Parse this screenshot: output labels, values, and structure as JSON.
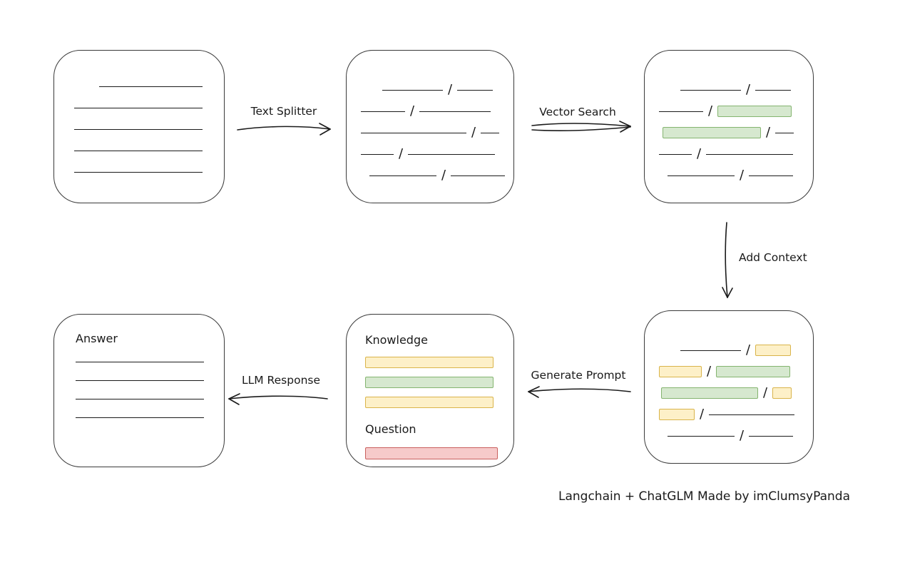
{
  "caption": "Langchain + ChatGLM Made by imClumsyPanda",
  "labels": {
    "text_splitter": "Text Splitter",
    "vector_search": "Vector Search",
    "add_context": "Add Context",
    "generate_prompt": "Generate Prompt",
    "llm_response": "LLM Response",
    "knowledge": "Knowledge",
    "question": "Question",
    "answer": "Answer"
  },
  "colors": {
    "stroke": "#1a1a1a",
    "box_border": "#3a3a3a",
    "green_fill": "#d6e8cf",
    "green_stroke": "#84b46f",
    "yellow_fill": "#fdf0c8",
    "yellow_stroke": "#d9b44a",
    "red_fill": "#f6caca",
    "red_stroke": "#c9605e"
  },
  "boxes": {
    "document": {
      "rows": [
        {
          "indent": 35,
          "segments": [
            {
              "type": "line",
              "w": 145
            }
          ]
        },
        {
          "indent": 0,
          "segments": [
            {
              "type": "line",
              "w": 180
            }
          ]
        },
        {
          "indent": 0,
          "segments": [
            {
              "type": "line",
              "w": 180
            }
          ]
        },
        {
          "indent": 0,
          "segments": [
            {
              "type": "line",
              "w": 180
            }
          ]
        },
        {
          "indent": 0,
          "segments": [
            {
              "type": "line",
              "w": 180
            }
          ]
        }
      ]
    },
    "chunks": {
      "rows": [
        {
          "indent": 30,
          "segments": [
            {
              "type": "line",
              "w": 85
            },
            {
              "type": "line",
              "w": 50
            }
          ]
        },
        {
          "indent": 0,
          "segments": [
            {
              "type": "line",
              "w": 62
            },
            {
              "type": "line",
              "w": 100
            }
          ]
        },
        {
          "indent": 0,
          "segments": [
            {
              "type": "line",
              "w": 148
            },
            {
              "type": "line",
              "w": 26
            }
          ]
        },
        {
          "indent": 0,
          "segments": [
            {
              "type": "line",
              "w": 46
            },
            {
              "type": "line",
              "w": 122
            }
          ]
        },
        {
          "indent": 12,
          "segments": [
            {
              "type": "line",
              "w": 94
            },
            {
              "type": "line",
              "w": 76
            }
          ]
        }
      ]
    },
    "retrieved": {
      "rows": [
        {
          "indent": 30,
          "segments": [
            {
              "type": "line",
              "w": 85
            },
            {
              "type": "line",
              "w": 50
            }
          ]
        },
        {
          "indent": 0,
          "segments": [
            {
              "type": "line",
              "w": 62
            },
            {
              "type": "green",
              "w": 104
            }
          ]
        },
        {
          "indent": 5,
          "segments": [
            {
              "type": "green",
              "w": 138
            },
            {
              "type": "line",
              "w": 26
            }
          ]
        },
        {
          "indent": 0,
          "segments": [
            {
              "type": "line",
              "w": 46
            },
            {
              "type": "line",
              "w": 122
            }
          ]
        },
        {
          "indent": 12,
          "segments": [
            {
              "type": "line",
              "w": 94
            },
            {
              "type": "line",
              "w": 62
            }
          ]
        }
      ]
    },
    "context": {
      "rows": [
        {
          "indent": 30,
          "segments": [
            {
              "type": "line",
              "w": 85
            },
            {
              "type": "yellow",
              "w": 50
            }
          ]
        },
        {
          "indent": 0,
          "segments": [
            {
              "type": "yellow",
              "w": 60
            },
            {
              "type": "green",
              "w": 104
            }
          ]
        },
        {
          "indent": 3,
          "segments": [
            {
              "type": "green",
              "w": 136
            },
            {
              "type": "yellow",
              "w": 27
            }
          ]
        },
        {
          "indent": 0,
          "segments": [
            {
              "type": "yellow",
              "w": 50
            },
            {
              "type": "line",
              "w": 120
            }
          ]
        },
        {
          "indent": 12,
          "segments": [
            {
              "type": "line",
              "w": 94
            },
            {
              "type": "line",
              "w": 62
            }
          ]
        }
      ]
    },
    "prompt": {
      "knowledge_rows": [
        {
          "indent": 0,
          "segments": [
            {
              "type": "yellow",
              "w": 180
            }
          ]
        },
        {
          "indent": 0,
          "segments": [
            {
              "type": "green",
              "w": 180
            }
          ]
        },
        {
          "indent": 0,
          "segments": [
            {
              "type": "yellow",
              "w": 180
            }
          ]
        }
      ],
      "question_rows": [
        {
          "indent": 0,
          "segments": [
            {
              "type": "red",
              "w": 186
            }
          ]
        }
      ]
    },
    "answer": {
      "rows": [
        {
          "indent": 0,
          "segments": [
            {
              "type": "line",
              "w": 180
            }
          ]
        },
        {
          "indent": 0,
          "segments": [
            {
              "type": "line",
              "w": 180
            }
          ]
        },
        {
          "indent": 0,
          "segments": [
            {
              "type": "line",
              "w": 180
            }
          ]
        },
        {
          "indent": 0,
          "segments": [
            {
              "type": "line",
              "w": 180
            }
          ]
        }
      ]
    }
  }
}
